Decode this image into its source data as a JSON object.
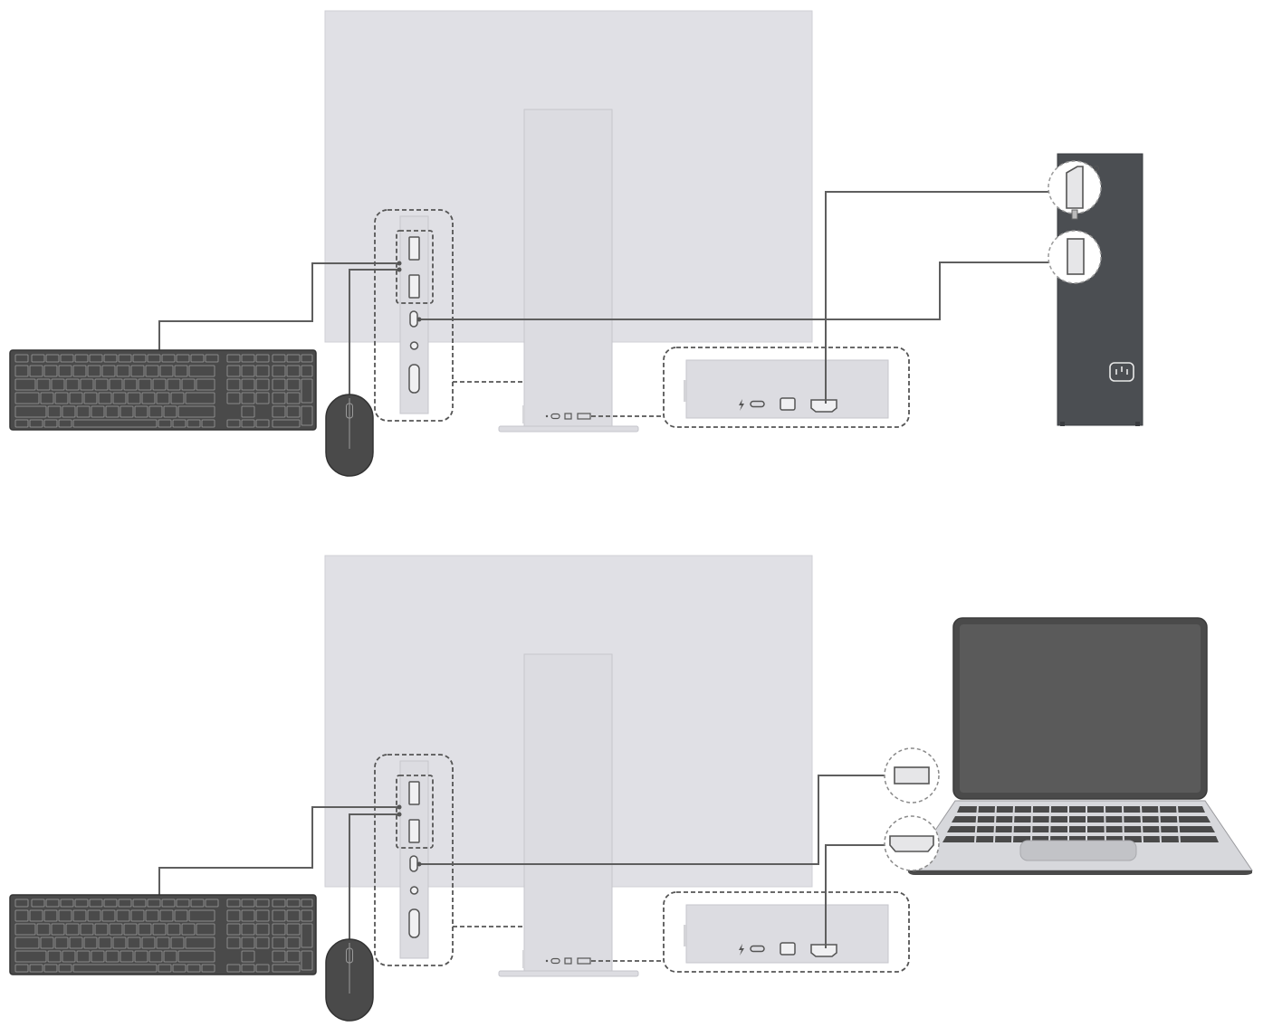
{
  "figure": {
    "panels": [
      {
        "id": "desktop-setup",
        "devices": [
          "keyboard",
          "mouse",
          "monitor",
          "desktop-tower"
        ],
        "tower_ports_shown": [
          "displayport",
          "usb-a"
        ]
      },
      {
        "id": "laptop-setup",
        "devices": [
          "keyboard",
          "mouse",
          "monitor",
          "laptop"
        ],
        "laptop_ports_shown": [
          "usb-a",
          "hdmi"
        ]
      }
    ]
  },
  "colors": {
    "monitor_body": "#e0e0e5",
    "device_dark": "#4a4a4a",
    "tower": "#4b4e52",
    "cable": "#5e5e5e",
    "laptop_screen": "#5a5a5a",
    "laptop_base": "#d7d8dc"
  },
  "icons": [
    "usb-a-port-icon",
    "usb-c-port-icon",
    "hdmi-port-icon",
    "displayport-icon",
    "audio-jack-icon",
    "power-inlet-icon",
    "lightning-bolt-icon"
  ]
}
